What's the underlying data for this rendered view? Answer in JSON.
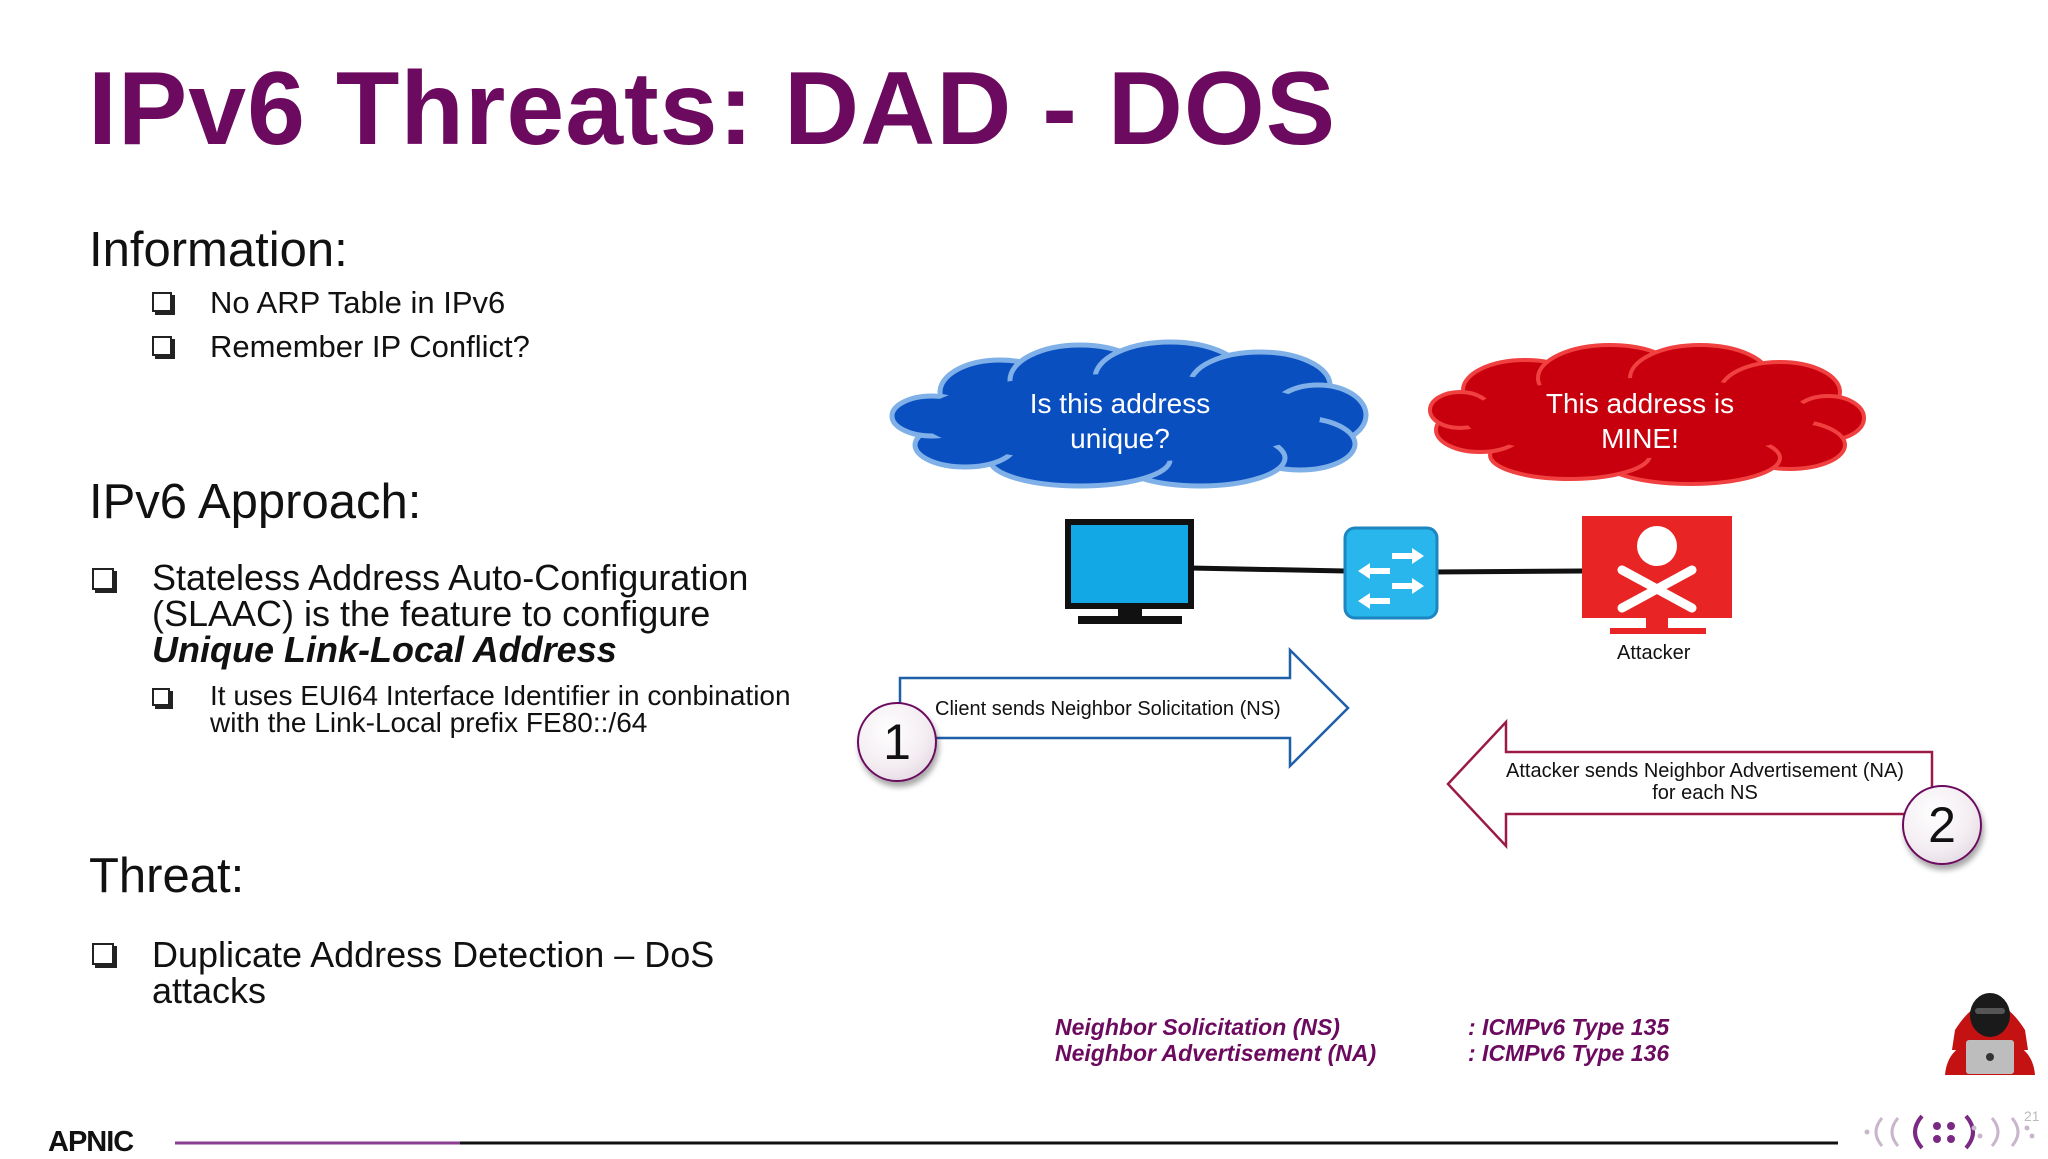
{
  "slide": {
    "title": "IPv6 Threats: DAD - DOS",
    "page_number": "21"
  },
  "information": {
    "heading": "Information:",
    "items": [
      "No ARP Table in IPv6",
      "Remember IP Conflict?"
    ]
  },
  "approach": {
    "heading": "IPv6 Approach:",
    "item_line1": "Stateless Address Auto-Configuration",
    "item_line2": "(SLAAC) is the feature to configure",
    "item_emphasis": "Unique Link-Local Address",
    "sub_line1": "It uses EUI64 Interface Identifier in conbination",
    "sub_line2": "with the Link-Local prefix FE80::/64"
  },
  "threat": {
    "heading": "Threat:",
    "item_line1": "Duplicate Address Detection – DoS",
    "item_line2": "attacks"
  },
  "diagram": {
    "client_cloud_line1": "Is this address",
    "client_cloud_line2": "unique?",
    "attacker_cloud_line1": "This address is",
    "attacker_cloud_line2": "MINE!",
    "attacker_label": "Attacker",
    "step1_number": "1",
    "step1_text": "Client sends Neighbor Solicitation (NS)",
    "step2_number": "2",
    "step2_line1": "Attacker sends Neighbor Advertisement (NA)",
    "step2_line2": "for each NS",
    "colors": {
      "client_cloud": "#0a4fc0",
      "attacker_cloud": "#c8000e",
      "monitor": "#12a8e6",
      "switch": "#29b6ec",
      "attacker_box": "#e82424",
      "arrow1": "#1f5fa8",
      "arrow2": "#9b1b45"
    }
  },
  "legend": {
    "ns_name": "Neighbor Solicitation (NS)",
    "na_name": "Neighbor Advertisement (NA)",
    "ns_type": ": ICMPv6 Type 135",
    "na_type": ": ICMPv6 Type 136"
  },
  "footer": {
    "logo_text": "APNIC"
  }
}
